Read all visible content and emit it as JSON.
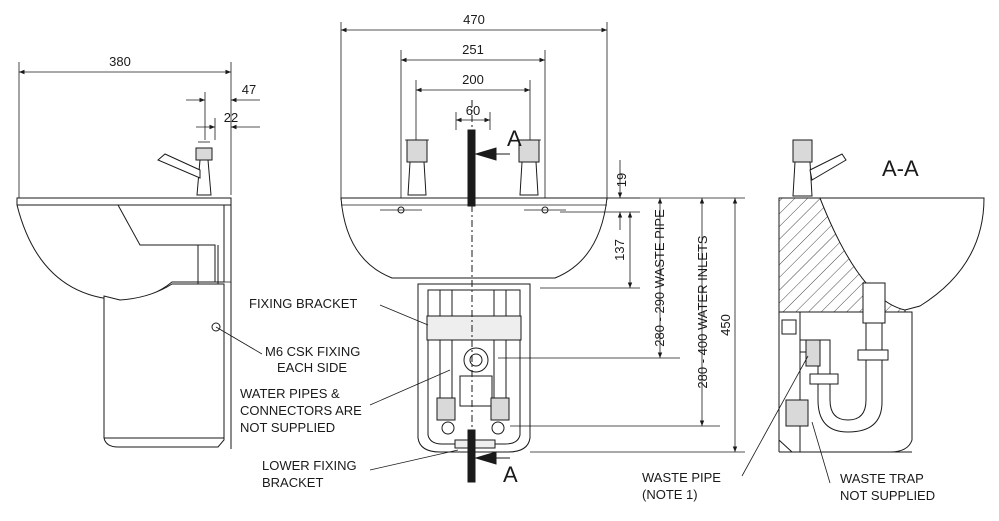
{
  "dimensions": {
    "side_width": "380",
    "side_tap_offset_1": "47",
    "side_tap_offset_2": "22",
    "front_width": "470",
    "front_tap_centres_outer": "251",
    "front_tap_centres_inner": "200",
    "front_centre_width": "60",
    "tap_height": "19",
    "waste_drop": "137",
    "overall_height": "450"
  },
  "vertical_labels": {
    "waste_pipe": "280 - 290 WASTE PIPE",
    "water_inlets": "280 - 400 WATER INLETS"
  },
  "callouts": {
    "fixing_bracket": "FIXING BRACKET",
    "m6_line1": "M6 CSK FIXING",
    "m6_line2": "EACH SIDE",
    "pipes_line1": "WATER PIPES &",
    "pipes_line2": "CONNECTORS ARE",
    "pipes_line3": "NOT SUPPLIED",
    "lower_line1": "LOWER FIXING",
    "lower_line2": "BRACKET",
    "waste_pipe_line1": "WASTE PIPE",
    "waste_pipe_line2": "(NOTE 1)",
    "waste_trap_line1": "WASTE TRAP",
    "waste_trap_line2": "NOT SUPPLIED"
  },
  "section": {
    "marker_top": "A",
    "marker_bottom": "A",
    "title": "A-A"
  },
  "colors": {
    "line": "#1a1a1a",
    "fill_grey": "#d9d9d9",
    "fill_light": "#eeeeee"
  }
}
